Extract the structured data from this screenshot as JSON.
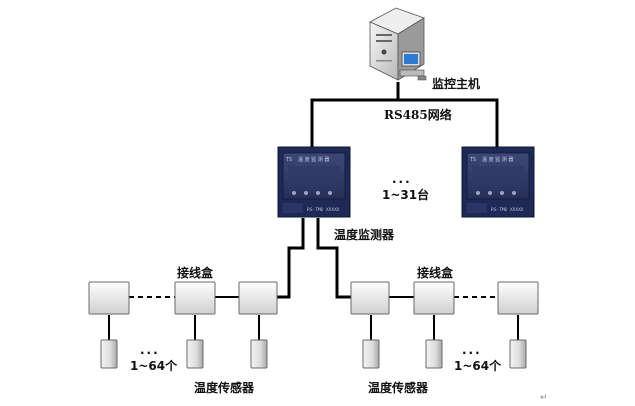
{
  "labels": {
    "host": "监控主机",
    "network": "RS485网络",
    "monitor_count": "1~31台",
    "monitor": "温度监测器",
    "junction_left": "接线盒",
    "junction_right": "接线盒",
    "sensor_count_left": "1~64个",
    "sensor_count_right": "1~64个",
    "sensor_left": "温度传感器",
    "sensor_right": "温度传感器",
    "ellipsis": "..."
  },
  "monitor_screen_text": {
    "title": "TS  温 度 监 测 器",
    "model": "RS-TM6  XXXXX"
  },
  "colors": {
    "line": "#000000",
    "box_top": "#ffffff",
    "box_bottom": "#d0d0d0",
    "box_border": "#6a6a6a",
    "monitor_frame": "#2a3a6e",
    "monitor_screen": "#37416d"
  },
  "icons": [
    "server-computer-icon",
    "temperature-monitor-device-icon",
    "junction-box-icon",
    "temperature-sensor-icon"
  ]
}
